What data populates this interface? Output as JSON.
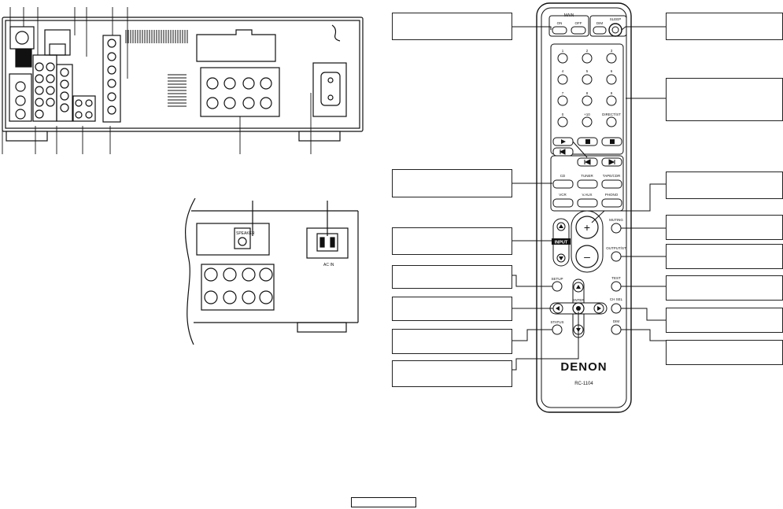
{
  "remote": {
    "brand": "DENON",
    "model": "RC-1104",
    "top_group_label": "MAIN",
    "top_left_buttons": [
      "ON",
      "OFF"
    ],
    "top_right_buttons": [
      "DIM",
      "SLEEP"
    ],
    "number_keys": [
      "1",
      "2",
      "3",
      "4",
      "5",
      "6",
      "7",
      "8",
      "9",
      "0",
      "+10",
      "DIRECT/ST"
    ],
    "transport_icons": [
      "play-icon",
      "stop-icon",
      "pause-icon"
    ],
    "transport_skip_icons": [
      "rewind-icon",
      "previous-icon",
      "next-icon"
    ],
    "source_buttons": [
      "CD",
      "TUNER",
      "TAPE/CDR",
      "VCR",
      "V.AUX",
      "PHONO"
    ],
    "input_label": "INPUT",
    "volume_symbols": [
      "+",
      "–"
    ],
    "right_side_buttons": [
      "MUTING",
      "OUTPUT/ST",
      "TEST",
      "CH SEL",
      "DIM"
    ],
    "left_side_buttons": [
      "SETUP",
      "STATUS"
    ],
    "enter_label": "ENTER"
  },
  "rear_panel": {
    "detail_labels": [
      "SPEAKER",
      "AC IN"
    ]
  }
}
